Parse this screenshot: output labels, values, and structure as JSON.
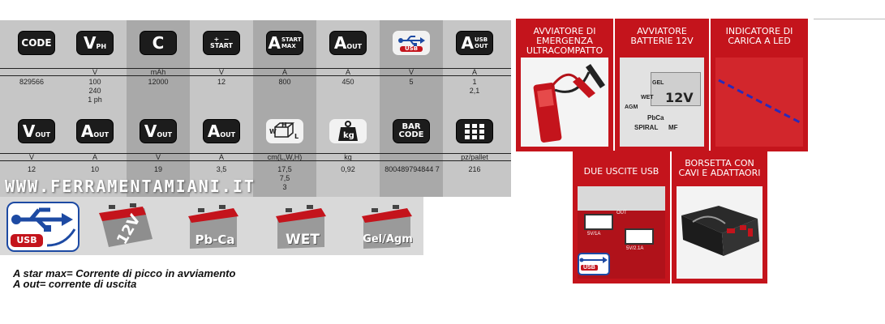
{
  "spec": {
    "row1_icons": [
      "CODE",
      "V PH",
      "C",
      "START",
      "A START MAX",
      "A OUT",
      "USB",
      "A USB OUT"
    ],
    "row1_units": [
      "",
      "V",
      "mAh",
      "V",
      "A",
      "A",
      "V",
      "A"
    ],
    "row1_values": [
      "829566",
      "100\n240\n1 ph",
      "12000",
      "12",
      "800",
      "450",
      "5",
      "1\n2,1"
    ],
    "row2_icons": [
      "V OUT",
      "A OUT",
      "V OUT",
      "A OUT",
      "W H L",
      "kg",
      "BAR CODE",
      "pallet"
    ],
    "row2_units": [
      "V",
      "A",
      "V",
      "A",
      "cm(L,W,H)",
      "kg",
      "",
      "pz/pallet"
    ],
    "row2_values": [
      "12",
      "10",
      "19",
      "3,5",
      "17,5\n7,5\n3",
      "0,92",
      "800489794844 7",
      "216"
    ],
    "watermark": "WWW.FERRAMENTAMIANI.IT"
  },
  "badges": {
    "usb": "USB",
    "batteries": [
      "12V",
      "Pb-Ca",
      "WET",
      "Gel/Agm"
    ]
  },
  "notes": [
    "A star max= Corrente di picco in avviamento",
    "A out= corrente di uscita"
  ],
  "cards": [
    {
      "title": "AVVIATORE DI\nEMERGENZA\nULTRACOMPATTO"
    },
    {
      "title": "AVVIATORE\nBATTERIE 12V",
      "labels": [
        "12V",
        "GEL",
        "WET",
        "AGM",
        "PbCa",
        "SPIRAL",
        "MF"
      ]
    },
    {
      "title": "INDICATORE DI\nCARICA A LED"
    },
    {
      "title": "DUE USCITE USB",
      "labels": [
        "OUT",
        "5V/1A",
        "5V/2.1A",
        "USB"
      ]
    },
    {
      "title": "BORSETTA CON\nCAVI E ADATTAORI"
    }
  ],
  "colors": {
    "accent_red": "#c4141c",
    "usb_blue": "#1d4aa3",
    "icon_dark": "#1c1c1c"
  }
}
